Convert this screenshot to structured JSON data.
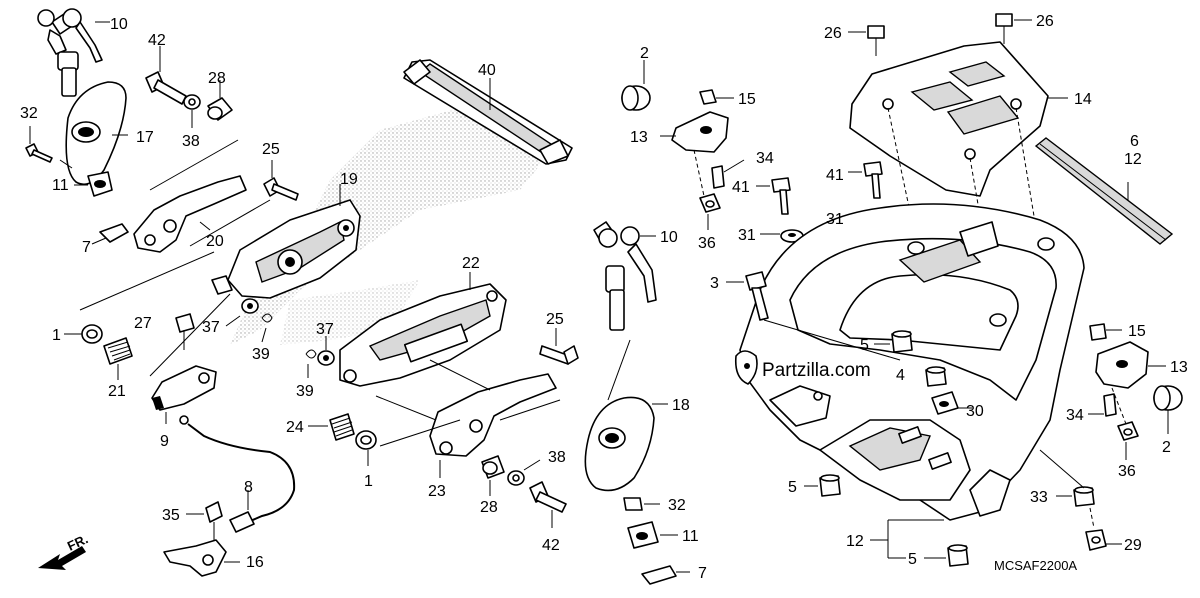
{
  "diagram": {
    "code": "MCSAF2200A",
    "watermark": "Partzilla.com",
    "direction_label": "FR.",
    "callouts": [
      {
        "id": "c10a",
        "text": "10"
      },
      {
        "id": "c42a",
        "text": "42"
      },
      {
        "id": "c28a",
        "text": "28"
      },
      {
        "id": "c40",
        "text": "40"
      },
      {
        "id": "c32a",
        "text": "32"
      },
      {
        "id": "c17",
        "text": "17"
      },
      {
        "id": "c38a",
        "text": "38"
      },
      {
        "id": "c25a",
        "text": "25"
      },
      {
        "id": "c19",
        "text": "19"
      },
      {
        "id": "c11a",
        "text": "11"
      },
      {
        "id": "c20",
        "text": "20"
      },
      {
        "id": "c7a",
        "text": "7"
      },
      {
        "id": "c1a",
        "text": "1"
      },
      {
        "id": "c27",
        "text": "27"
      },
      {
        "id": "c37a",
        "text": "37"
      },
      {
        "id": "c39a",
        "text": "39"
      },
      {
        "id": "c21",
        "text": "21"
      },
      {
        "id": "c9",
        "text": "9"
      },
      {
        "id": "c22",
        "text": "22"
      },
      {
        "id": "c37b",
        "text": "37"
      },
      {
        "id": "c25b",
        "text": "25"
      },
      {
        "id": "c39b",
        "text": "39"
      },
      {
        "id": "c24",
        "text": "24"
      },
      {
        "id": "c1b",
        "text": "1"
      },
      {
        "id": "c23",
        "text": "23"
      },
      {
        "id": "c28b",
        "text": "28"
      },
      {
        "id": "c38b",
        "text": "38"
      },
      {
        "id": "c42b",
        "text": "42"
      },
      {
        "id": "c8",
        "text": "8"
      },
      {
        "id": "c35",
        "text": "35"
      },
      {
        "id": "c16",
        "text": "16"
      },
      {
        "id": "c2a",
        "text": "2"
      },
      {
        "id": "c15a",
        "text": "15"
      },
      {
        "id": "c13a",
        "text": "13"
      },
      {
        "id": "c34a",
        "text": "34"
      },
      {
        "id": "c36a",
        "text": "36"
      },
      {
        "id": "c10b",
        "text": "10"
      },
      {
        "id": "c18",
        "text": "18"
      },
      {
        "id": "c32b",
        "text": "32"
      },
      {
        "id": "c11b",
        "text": "11"
      },
      {
        "id": "c7b",
        "text": "7"
      },
      {
        "id": "c26a",
        "text": "26"
      },
      {
        "id": "c26b",
        "text": "26"
      },
      {
        "id": "c14",
        "text": "14"
      },
      {
        "id": "c6",
        "text": "6"
      },
      {
        "id": "c12a",
        "text": "12"
      },
      {
        "id": "c41a",
        "text": "41"
      },
      {
        "id": "c41b",
        "text": "41"
      },
      {
        "id": "c31a",
        "text": "31"
      },
      {
        "id": "c31b",
        "text": "31"
      },
      {
        "id": "c3",
        "text": "3"
      },
      {
        "id": "c5a",
        "text": "5"
      },
      {
        "id": "c4",
        "text": "4"
      },
      {
        "id": "c30",
        "text": "30"
      },
      {
        "id": "c15b",
        "text": "15"
      },
      {
        "id": "c13b",
        "text": "13"
      },
      {
        "id": "c34b",
        "text": "34"
      },
      {
        "id": "c2b",
        "text": "2"
      },
      {
        "id": "c36b",
        "text": "36"
      },
      {
        "id": "c5b",
        "text": "5"
      },
      {
        "id": "c33",
        "text": "33"
      },
      {
        "id": "c29",
        "text": "29"
      },
      {
        "id": "c12b",
        "text": "12"
      },
      {
        "id": "c5c",
        "text": "5"
      }
    ]
  }
}
